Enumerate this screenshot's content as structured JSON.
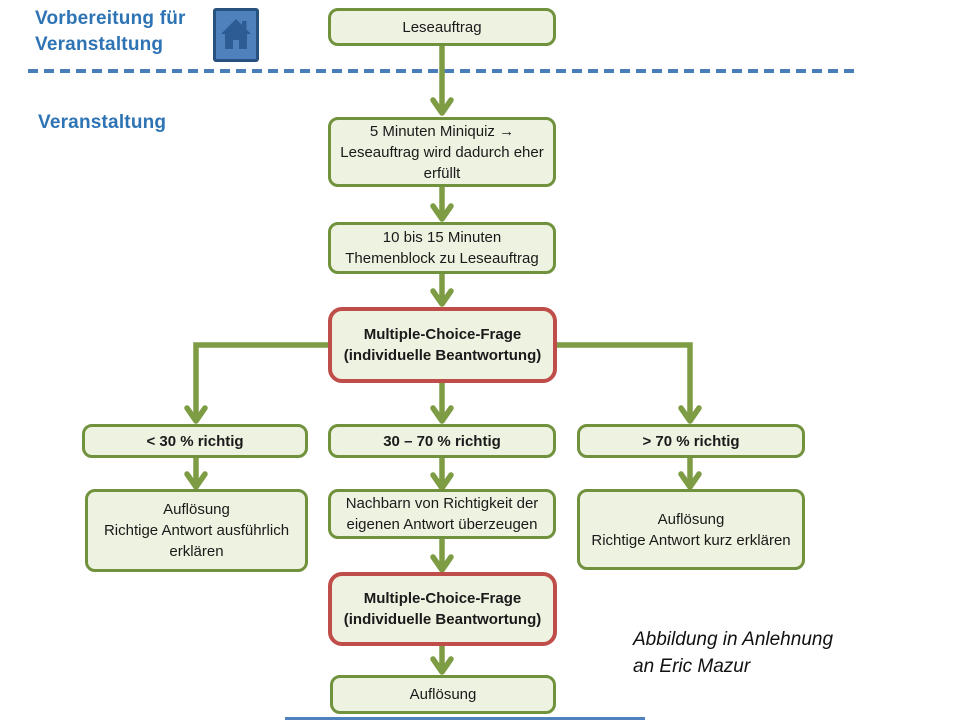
{
  "header": {
    "preparation_label": "Vorbereitung für\nVeranstaltung",
    "event_label": "Veranstaltung"
  },
  "colors": {
    "heading_blue": "#2e74b5",
    "separator_blue": "#4a7ebb",
    "home_button_fill": "#4f81bd",
    "node_fill": "#eef2e1",
    "node_border_green": "#71923d",
    "node_border_red": "#bf4e4a",
    "arrow_green": "#7d9c44"
  },
  "flowchart": {
    "nodes": {
      "leseauftrag": {
        "text": "Leseauftrag"
      },
      "miniquiz": {
        "text": "5 Minuten Miniquiz →\nLeseauftrag wird dadurch eher\nerfüllt"
      },
      "themenblock": {
        "text": "10 bis 15 Minuten\nThemenblock zu Leseauftrag"
      },
      "mc_frage_1": {
        "text": "Multiple-Choice-Frage\n(individuelle Beantwortung)"
      },
      "unter_30": {
        "text": "< 30 % richtig"
      },
      "zwischen_30_70": {
        "text": "30 – 70 % richtig"
      },
      "ueber_70": {
        "text": "> 70 % richtig"
      },
      "aufloesung_ausfuehrlich": {
        "text": "Auflösung\nRichtige Antwort ausführlich\nerklären"
      },
      "nachbarn_ueberzeugen": {
        "text": "Nachbarn von Richtigkeit der\neigenen Antwort überzeugen"
      },
      "aufloesung_kurz": {
        "text": "Auflösung\nRichtige Antwort kurz erklären"
      },
      "mc_frage_2": {
        "text": "Multiple-Choice-Frage\n(individuelle Beantwortung)"
      },
      "aufloesung_final": {
        "text": "Auflösung"
      }
    }
  },
  "footer": {
    "attribution": "Abbildung in Anlehnung\nan Eric Mazur"
  }
}
